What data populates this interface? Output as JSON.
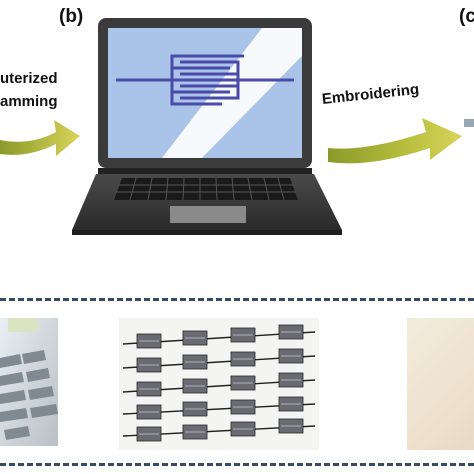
{
  "panels": {
    "b_label": "(b)",
    "c_label": "(c"
  },
  "steps": {
    "left_line1": "uterized",
    "left_line2": "amming",
    "right": "Embroidering"
  },
  "colors": {
    "arrow_start": "#8a9a2a",
    "arrow_end": "#d8d45a",
    "laptop_body": "#3b3b3b",
    "screen_blue": "#a9c4e8",
    "pattern": "#4a4aa8",
    "dash": "#3a4a66",
    "fabric": "#f0e6d6"
  },
  "icons": {
    "left_arrow": "curved-arrow-right-icon",
    "right_arrow": "curved-arrow-right-icon",
    "laptop": "laptop-icon",
    "pattern": "interdigitated-electrode-icon"
  }
}
